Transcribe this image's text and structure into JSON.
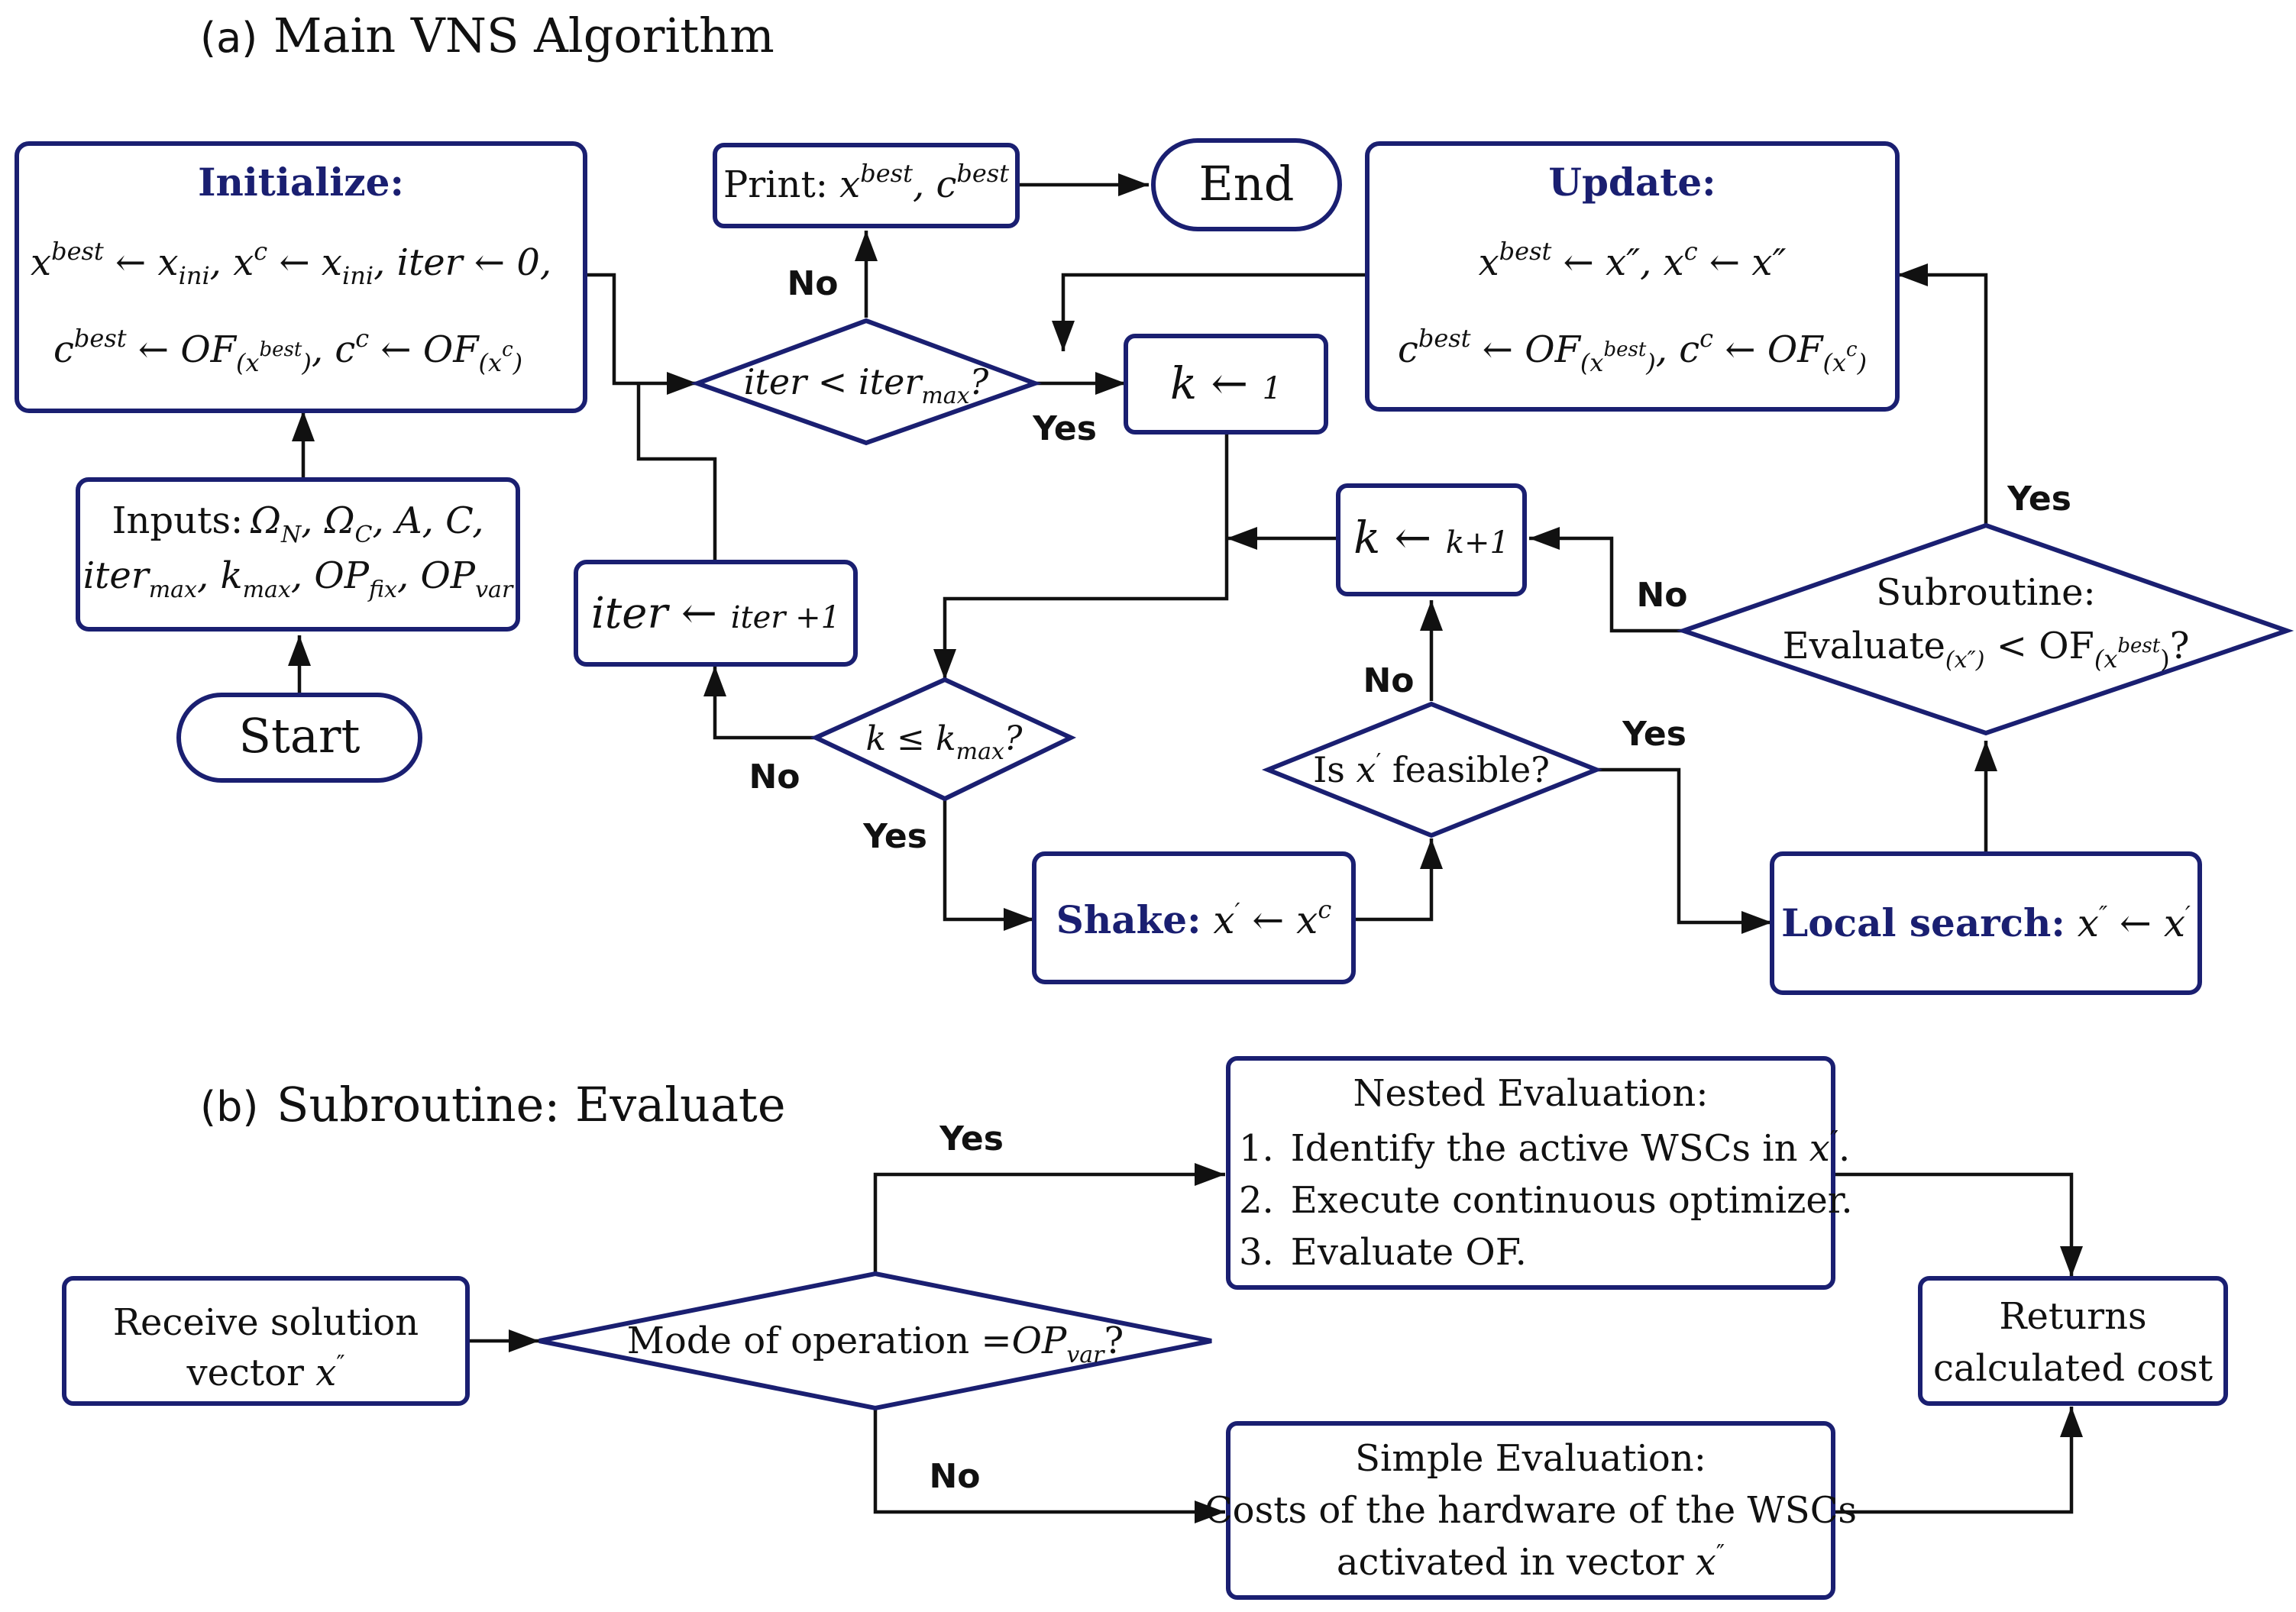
{
  "diagram": {
    "section_a": {
      "tag": "(a)",
      "title": "Main VNS Algorithm"
    },
    "section_b": {
      "tag": "(b)",
      "title": "Subroutine: Evaluate"
    },
    "nodes": {
      "initialize": {
        "header": "Initialize:",
        "line1": [
          "x",
          "best",
          " ← ",
          "x",
          "ini",
          ", x",
          "c",
          " ← ",
          "x",
          "ini",
          ", iter ← 0,"
        ],
        "line2": [
          "c",
          "best",
          " ← OF",
          "(x",
          "best",
          ")",
          ", c",
          "c",
          " ← OF",
          "(x",
          "c",
          ")"
        ]
      },
      "inputs": {
        "label": "Inputs:",
        "line1": [
          "Ω",
          "N",
          ", Ω",
          "C",
          ", A, C,"
        ],
        "line2": [
          "iter",
          "max",
          ", k",
          "max",
          ", OP",
          "fix",
          ", OP",
          "var"
        ]
      },
      "start": {
        "label": "Start"
      },
      "print": {
        "label": "Print: ",
        "parts": [
          "x",
          "best",
          ", c",
          "best"
        ]
      },
      "end": {
        "label": "End"
      },
      "iter_check": {
        "parts": [
          "iter < iter",
          "max",
          "?"
        ]
      },
      "k_init": {
        "parts": [
          "k",
          " ← ",
          "1"
        ]
      },
      "update": {
        "header": "Update:",
        "line1": [
          "x",
          "best",
          " ← x",
          "″",
          ", x",
          "c",
          " ← x",
          "″"
        ],
        "line2": [
          "c",
          "best",
          " ← OF",
          "(x",
          "best",
          ")",
          ", c",
          "c",
          " ← OF",
          "(x",
          "c",
          ")"
        ]
      },
      "iter_inc": {
        "parts": [
          "iter",
          " ← ",
          "iter +1"
        ]
      },
      "k_inc": {
        "parts": [
          "k",
          " ← ",
          "k+1"
        ]
      },
      "k_check": {
        "parts": [
          "k ≤ k",
          "max",
          "?"
        ]
      },
      "subroutine": {
        "line1": "Subroutine:",
        "line2": [
          "Evaluate",
          "(x″)",
          " < OF",
          "(x",
          "best",
          ")",
          "?"
        ]
      },
      "feasible": {
        "parts": [
          "Is ",
          "x",
          "′",
          " feasible?"
        ]
      },
      "shake": {
        "header": "Shake:",
        "parts": [
          " x",
          "′",
          " ← x",
          "c"
        ]
      },
      "local_search": {
        "header": "Local search:",
        "parts": [
          " x",
          "″",
          " ← x",
          "′"
        ]
      },
      "receive": {
        "line1": "Receive solution",
        "line2_prefix": "vector ",
        "var": "x",
        "prime": "″"
      },
      "mode": {
        "parts": [
          "Mode of operation =",
          "OP",
          "var",
          "?"
        ]
      },
      "nested": {
        "title": "Nested Evaluation:",
        "items": [
          {
            "num": "1.",
            "text": "Identify the active WSCs in ",
            "var": "x",
            "prime": "″",
            "end": "."
          },
          {
            "num": "2.",
            "text": "Execute continuous optimizer."
          },
          {
            "num": "3.",
            "text": "Evaluate OF."
          }
        ]
      },
      "simple": {
        "title": "Simple Evaluation:",
        "line1": "Costs of the hardware of the WSCs",
        "line2_prefix": "activated in vector ",
        "var": "x",
        "prime": "″"
      },
      "returns": {
        "line1": "Returns",
        "line2": "calculated cost"
      }
    },
    "edge_labels": {
      "iter_no": "No",
      "iter_yes": "Yes",
      "k_no": "No",
      "k_yes": "Yes",
      "feasible_no": "No",
      "feasible_yes": "Yes",
      "sub_no": "No",
      "sub_yes": "Yes",
      "mode_yes": "Yes",
      "mode_no": "No"
    }
  }
}
